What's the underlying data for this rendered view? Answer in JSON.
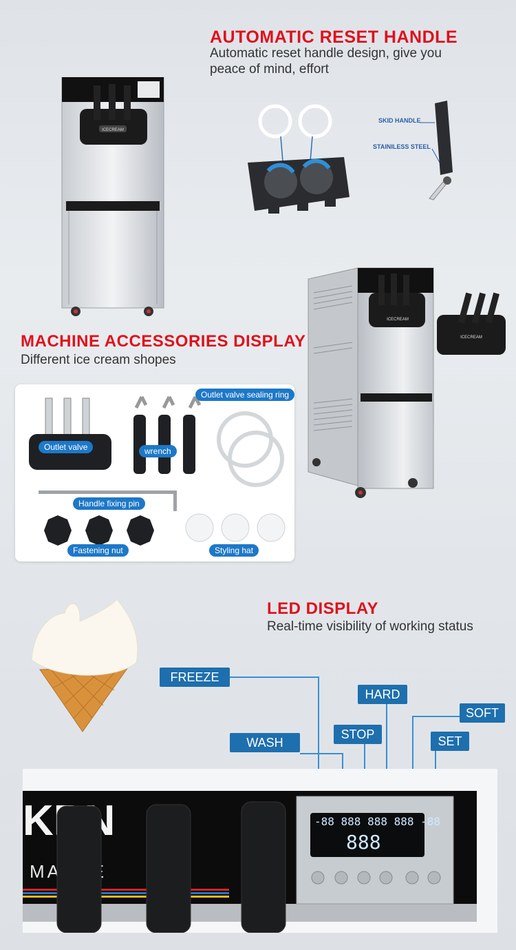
{
  "section_handle": {
    "title": "AUTOMATIC RESET HANDLE",
    "subtitle": "Automatic reset handle design, give you peace of mind, effort",
    "skid_label": "SKID HANDLE",
    "steel_label": "STAINILESS STEEL"
  },
  "section_accessories": {
    "title": "MACHINE ACCESSORIES DISPLAY",
    "subtitle": "Different ice cream shopes",
    "items": {
      "outlet_valve": "Outlet valve",
      "wrench": "wrench",
      "sealing_ring": "Outlet valve sealing ring",
      "fixing_pin": "Handle fixing pin",
      "fastening_nut": "Fastening nut",
      "styling_hat": "Styling hat"
    }
  },
  "section_led": {
    "title": "LED DISPLAY",
    "subtitle": "Real-time visibility of working status",
    "labels": {
      "freeze": "FREEZE",
      "hard": "HARD",
      "soft": "SOFT",
      "stop": "STOP",
      "wash": "WASH",
      "set": "SET"
    },
    "brand_fragment": "KRN",
    "brand_line2": "MA INE",
    "display_top": "-88 888 888 888 -88",
    "display_big": "888"
  },
  "machine_badge": "ICECREAM",
  "colors": {
    "title_red": "#e0101c",
    "label_blue": "#1e6fae",
    "pill_blue": "#1d78c8",
    "connector_blue": "#3a8fd0"
  }
}
